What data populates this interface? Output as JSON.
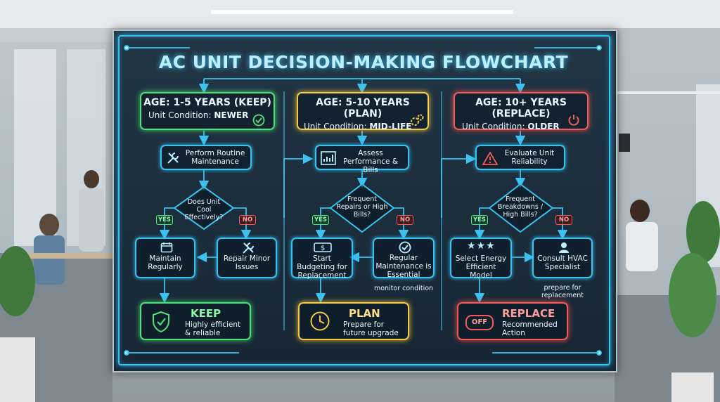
{
  "title": "AC UNIT DECISION-MAKING FLOWCHART",
  "columns": [
    {
      "header": {
        "title": "AGE: 1-5 YEARS (KEEP)",
        "condition_label": "Unit Condition:",
        "condition_value": "NEWER"
      },
      "step": "Perform Routine Maintenance",
      "question": "Does Unit Cool Effectively?",
      "yes_label": "YES",
      "no_label": "NO",
      "yes_action": "Maintain Regularly",
      "no_action": "Repair Minor Issues",
      "result": {
        "title": "KEEP",
        "subtitle": "Highly efficient & reliable"
      }
    },
    {
      "header": {
        "title": "AGE: 5-10 YEARS (PLAN)",
        "condition_label": "Unit Condition:",
        "condition_value": "MID-LIFE"
      },
      "step": "Assess Performance & Bills",
      "question": "Frequent Repairs or High Bills?",
      "yes_label": "YES",
      "no_label": "NO",
      "yes_action": "Start Budgeting for Replacement",
      "no_action": "Regular Maintenance is Essential",
      "no_note": "monitor condition",
      "result": {
        "title": "PLAN",
        "subtitle": "Prepare for future upgrade"
      }
    },
    {
      "header": {
        "title": "AGE: 10+ YEARS (REPLACE)",
        "condition_label": "Unit Condition:",
        "condition_value": "OLDER"
      },
      "step": "Evaluate Unit Reliability",
      "question": "Frequent Breakdowns / High Bills?",
      "yes_label": "YES",
      "no_label": "NO",
      "yes_action": "Select Energy Efficient Model",
      "no_action": "Consult HVAC Specialist",
      "no_note": "prepare for replacement",
      "result": {
        "title": "REPLACE",
        "subtitle": "Recommended Action",
        "badge": "OFF"
      }
    }
  ],
  "colors": {
    "cyan": "#3ac2f0",
    "green": "#4fe07a",
    "yellow": "#f2c94a",
    "red": "#f25a5a"
  }
}
